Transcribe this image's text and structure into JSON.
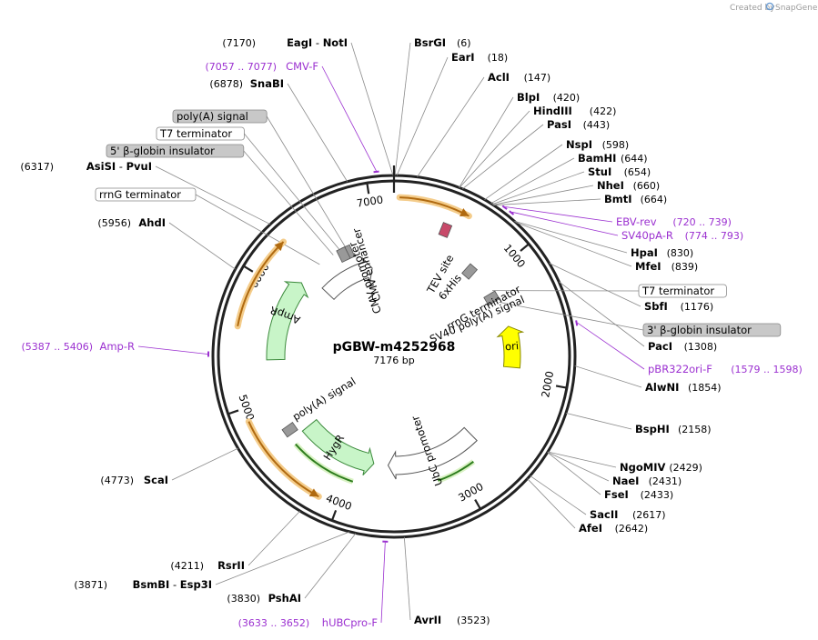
{
  "plasmid": {
    "name": "pGBW-m4252968",
    "size_text": "7176 bp",
    "length": 7176
  },
  "credit": {
    "prefix": "Created by",
    "brand": "SnapGene"
  },
  "ticks": [
    {
      "pos": 1000,
      "label": "1000"
    },
    {
      "pos": 2000,
      "label": "2000"
    },
    {
      "pos": 3000,
      "label": "3000"
    },
    {
      "pos": 4000,
      "label": "4000"
    },
    {
      "pos": 5000,
      "label": "5000"
    },
    {
      "pos": 6000,
      "label": "6000"
    },
    {
      "pos": 7000,
      "label": "7000"
    }
  ],
  "enzymes": [
    {
      "name": "EagI",
      "name2": "NotI",
      "pos": 7170,
      "pos_text": "(7170)",
      "side": "left"
    },
    {
      "name": "BsrGI",
      "pos": 6,
      "pos_text": "(6)",
      "side": "right"
    },
    {
      "name": "EarI",
      "pos": 18,
      "pos_text": "(18)",
      "side": "right"
    },
    {
      "name": "AclI",
      "pos": 147,
      "pos_text": "(147)",
      "side": "right"
    },
    {
      "name": "BlpI",
      "pos": 420,
      "pos_text": "(420)",
      "side": "right"
    },
    {
      "name": "HindIII",
      "pos": 422,
      "pos_text": "(422)",
      "side": "right"
    },
    {
      "name": "PasI",
      "pos": 443,
      "pos_text": "(443)",
      "side": "right"
    },
    {
      "name": "NspI",
      "pos": 598,
      "pos_text": "(598)",
      "side": "right"
    },
    {
      "name": "BamHI",
      "pos": 644,
      "pos_text": "(644)",
      "side": "right"
    },
    {
      "name": "StuI",
      "pos": 654,
      "pos_text": "(654)",
      "side": "right"
    },
    {
      "name": "NheI",
      "pos": 660,
      "pos_text": "(660)",
      "side": "right"
    },
    {
      "name": "BmtI",
      "pos": 664,
      "pos_text": "(664)",
      "side": "right"
    },
    {
      "name": "HpaI",
      "pos": 830,
      "pos_text": "(830)",
      "side": "right"
    },
    {
      "name": "MfeI",
      "pos": 839,
      "pos_text": "(839)",
      "side": "right"
    },
    {
      "name": "SbfI",
      "pos": 1176,
      "pos_text": "(1176)",
      "side": "right"
    },
    {
      "name": "PacI",
      "pos": 1308,
      "pos_text": "(1308)",
      "side": "right"
    },
    {
      "name": "AlwNI",
      "pos": 1854,
      "pos_text": "(1854)",
      "side": "right"
    },
    {
      "name": "BspHI",
      "pos": 2158,
      "pos_text": "(2158)",
      "side": "right"
    },
    {
      "name": "NgoMIV",
      "pos": 2429,
      "pos_text": "(2429)",
      "side": "right"
    },
    {
      "name": "NaeI",
      "pos": 2431,
      "pos_text": "(2431)",
      "side": "right"
    },
    {
      "name": "FseI",
      "pos": 2433,
      "pos_text": "(2433)",
      "side": "right"
    },
    {
      "name": "SacII",
      "pos": 2617,
      "pos_text": "(2617)",
      "side": "right"
    },
    {
      "name": "AfeI",
      "pos": 2642,
      "pos_text": "(2642)",
      "side": "right"
    },
    {
      "name": "AvrII",
      "pos": 3523,
      "pos_text": "(3523)",
      "side": "right"
    },
    {
      "name": "PshAI",
      "pos": 3830,
      "pos_text": "(3830)",
      "side": "left"
    },
    {
      "name": "BsmBI",
      "name2": "Esp3I",
      "pos": 3871,
      "pos_text": "(3871)",
      "side": "left"
    },
    {
      "name": "RsrII",
      "pos": 4211,
      "pos_text": "(4211)",
      "side": "left"
    },
    {
      "name": "ScaI",
      "pos": 4773,
      "pos_text": "(4773)",
      "side": "left"
    },
    {
      "name": "AhdI",
      "pos": 5956,
      "pos_text": "(5956)",
      "side": "left"
    },
    {
      "name": "AsiSI",
      "name2": "PvuI",
      "pos": 6317,
      "pos_text": "(6317)",
      "side": "left"
    },
    {
      "name": "SnaBI",
      "pos": 6878,
      "pos_text": "(6878)",
      "side": "left"
    }
  ],
  "boxed_labels": [
    {
      "text": "poly(A) signal",
      "style": "gray",
      "pos": 6700
    },
    {
      "text": "T7 terminator",
      "style": "white",
      "pos": 6640
    },
    {
      "text": "5' β-globin insulator",
      "style": "gray",
      "pos": 6560
    },
    {
      "text": "rrnG terminator",
      "style": "white",
      "pos": 6400
    },
    {
      "text": "T7 terminator",
      "style": "white",
      "pos": 1120
    },
    {
      "text": "3' β-globin insulator",
      "style": "gray",
      "pos": 1250
    }
  ],
  "primers": [
    {
      "name": "CMV-F",
      "range": "(7057 .. 7077)",
      "pos": 7067,
      "side": "left"
    },
    {
      "name": "EBV-rev",
      "range": "(720 .. 739)",
      "pos": 730,
      "side": "right"
    },
    {
      "name": "SV40pA-R",
      "range": "(774 .. 793)",
      "pos": 783,
      "side": "right"
    },
    {
      "name": "pBR322ori-F",
      "range": "(1579 .. 1598)",
      "pos": 1588,
      "side": "right"
    },
    {
      "name": "hUBCpro-F",
      "range": "(3633 .. 3652)",
      "pos": 3642,
      "side": "left"
    },
    {
      "name": "Amp-R",
      "range": "(5387 .. 5406)",
      "pos": 5396,
      "side": "left"
    }
  ],
  "features": [
    {
      "name": "CMV enhancer",
      "type": "promoter"
    },
    {
      "name": "CMV promoter",
      "type": "promoter"
    },
    {
      "name": "TEV site",
      "type": "tag"
    },
    {
      "name": "6xHis",
      "type": "tag"
    },
    {
      "name": "rrnG terminator",
      "type": "terminator"
    },
    {
      "name": "SV40 poly(A) signal",
      "type": "polyA"
    },
    {
      "name": "ori",
      "type": "origin"
    },
    {
      "name": "UbC promoter",
      "type": "promoter"
    },
    {
      "name": "HygR",
      "type": "cds"
    },
    {
      "name": "poly(A) signal",
      "type": "polyA"
    },
    {
      "name": "AmpR",
      "type": "cds"
    }
  ],
  "colors": {
    "backbone": "#222222",
    "orf_fill": "#e9a33a",
    "orf_stroke": "#b06a10",
    "cds_fill": "#c8f5c8",
    "cds_stroke": "#3c8a3c",
    "ori_fill": "#ffff00",
    "terminator_fill": "#999999",
    "primer": "#9b30d0",
    "leader": "#8a8a8a"
  }
}
